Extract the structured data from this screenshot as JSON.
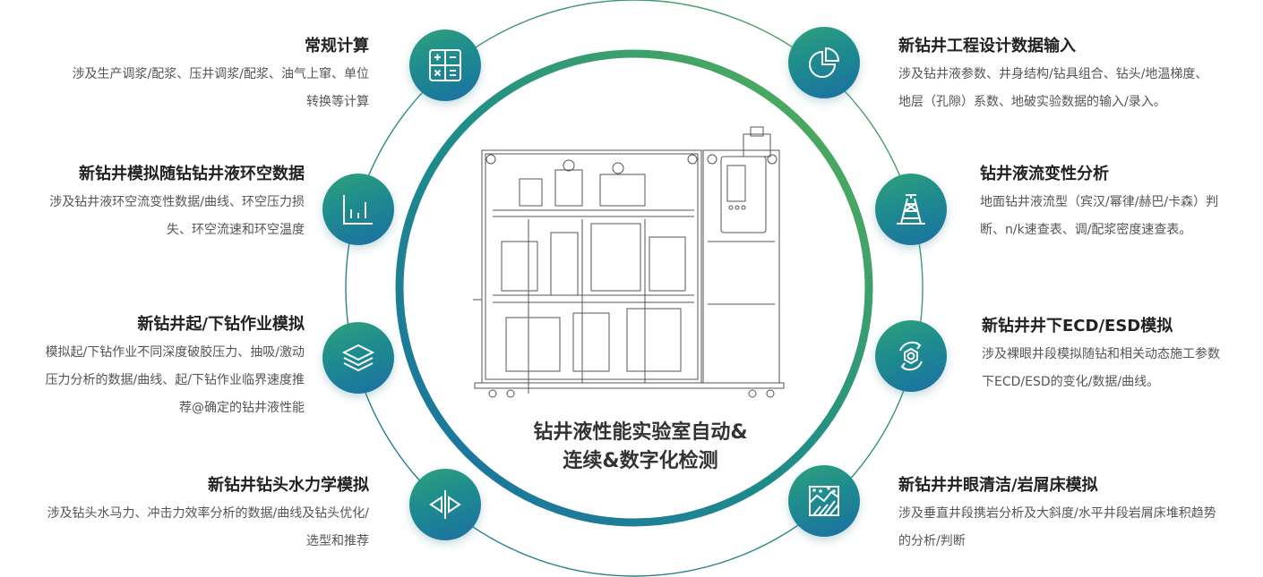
{
  "center": {
    "title_line1": "钻井液性能实验室自动&",
    "title_line2": "连续&数字化检测"
  },
  "features": [
    {
      "id": "routine-calc",
      "title": "常规计算",
      "desc_lines": [
        "涉及生产调浆/配浆、压井调浆/配浆、油气上窜、单位",
        "转换等计算"
      ],
      "icon": "calculator-icon"
    },
    {
      "id": "annulus-data",
      "title": "新钻井模拟随钻钻井液环空数据",
      "desc_lines": [
        "涉及钻井液环空流变性数据/曲线、环空压力损",
        "失、环空流速和环空温度"
      ],
      "icon": "bar-chart-icon"
    },
    {
      "id": "tripping",
      "title": "新钻井起/下钻作业模拟",
      "desc_lines": [
        "模拟起/下钻作业不同深度破胶压力、抽吸/激动",
        "压力分析的数据/曲线、起/下钻作业临界速度推",
        "荐@确定的钻井液性能"
      ],
      "icon": "layers-icon"
    },
    {
      "id": "bit-hydraulics",
      "title": "新钻井钻头水力学模拟",
      "desc_lines": [
        "涉及钻头水马力、冲击力效率分析的数据/曲线及钻头优化/",
        "选型和推荐"
      ],
      "icon": "split-arrows-icon"
    },
    {
      "id": "design-input",
      "title": "新钻井工程设计数据输入",
      "desc_lines": [
        "涉及钻井液参数、井身结构/钻具组合、钻头/地温梯度、",
        "地层（孔隙）系数、地破实验数据的输入/录入。"
      ],
      "icon": "pie-chart-icon"
    },
    {
      "id": "rheology",
      "title": "钻井液流变性分析",
      "desc_lines": [
        "地面钻井液流型（宾汉/幂律/赫巴/卡森）判",
        "断、n/k速查表、调/配浆密度速查表。"
      ],
      "icon": "derrick-icon"
    },
    {
      "id": "ecd-esd",
      "title": "新钻井井下ECD/ESD模拟",
      "desc_lines": [
        "涉及裸眼井段模拟随钻和相关动态施工参数",
        "下ECD/ESD的变化/数据/曲线。"
      ],
      "icon": "cycle-gear-icon"
    },
    {
      "id": "hole-cleaning",
      "title": "新钻井井眼清洁/岩屑床模拟",
      "desc_lines": [
        "涉及垂直井段携岩分析及大斜度/水平井段岩屑床堆积趋势",
        "的分析/判断"
      ],
      "icon": "cuttings-bed-icon"
    }
  ]
}
